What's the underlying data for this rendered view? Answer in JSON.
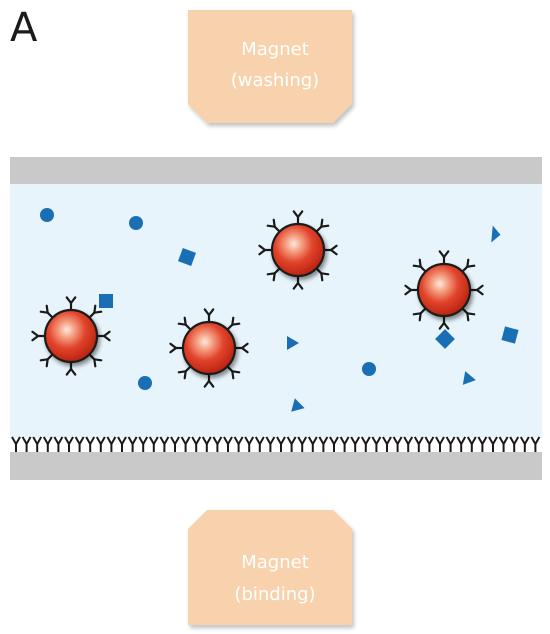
{
  "panel_label": "A",
  "magnet_top": {
    "line1": "Magnet",
    "line2": "(washing)"
  },
  "magnet_bottom": {
    "line1": "Magnet",
    "line2": "(binding)"
  },
  "colors": {
    "magnet_fill": "#f8d2ad",
    "channel_wall": "#c9c9ca",
    "channel_fluid": "#e7f4fb",
    "analyte_blue": "#1a6fb4",
    "bead_red": "#e2442c",
    "antibody_black": "#1a1a1a"
  },
  "icons": {
    "bead": "magnetic-bead-icon",
    "antibody": "capture-antibody-icon",
    "analyte_circle": "circle-analyte-icon",
    "analyte_square": "square-analyte-icon",
    "analyte_triangle": "triangle-analyte-icon"
  }
}
